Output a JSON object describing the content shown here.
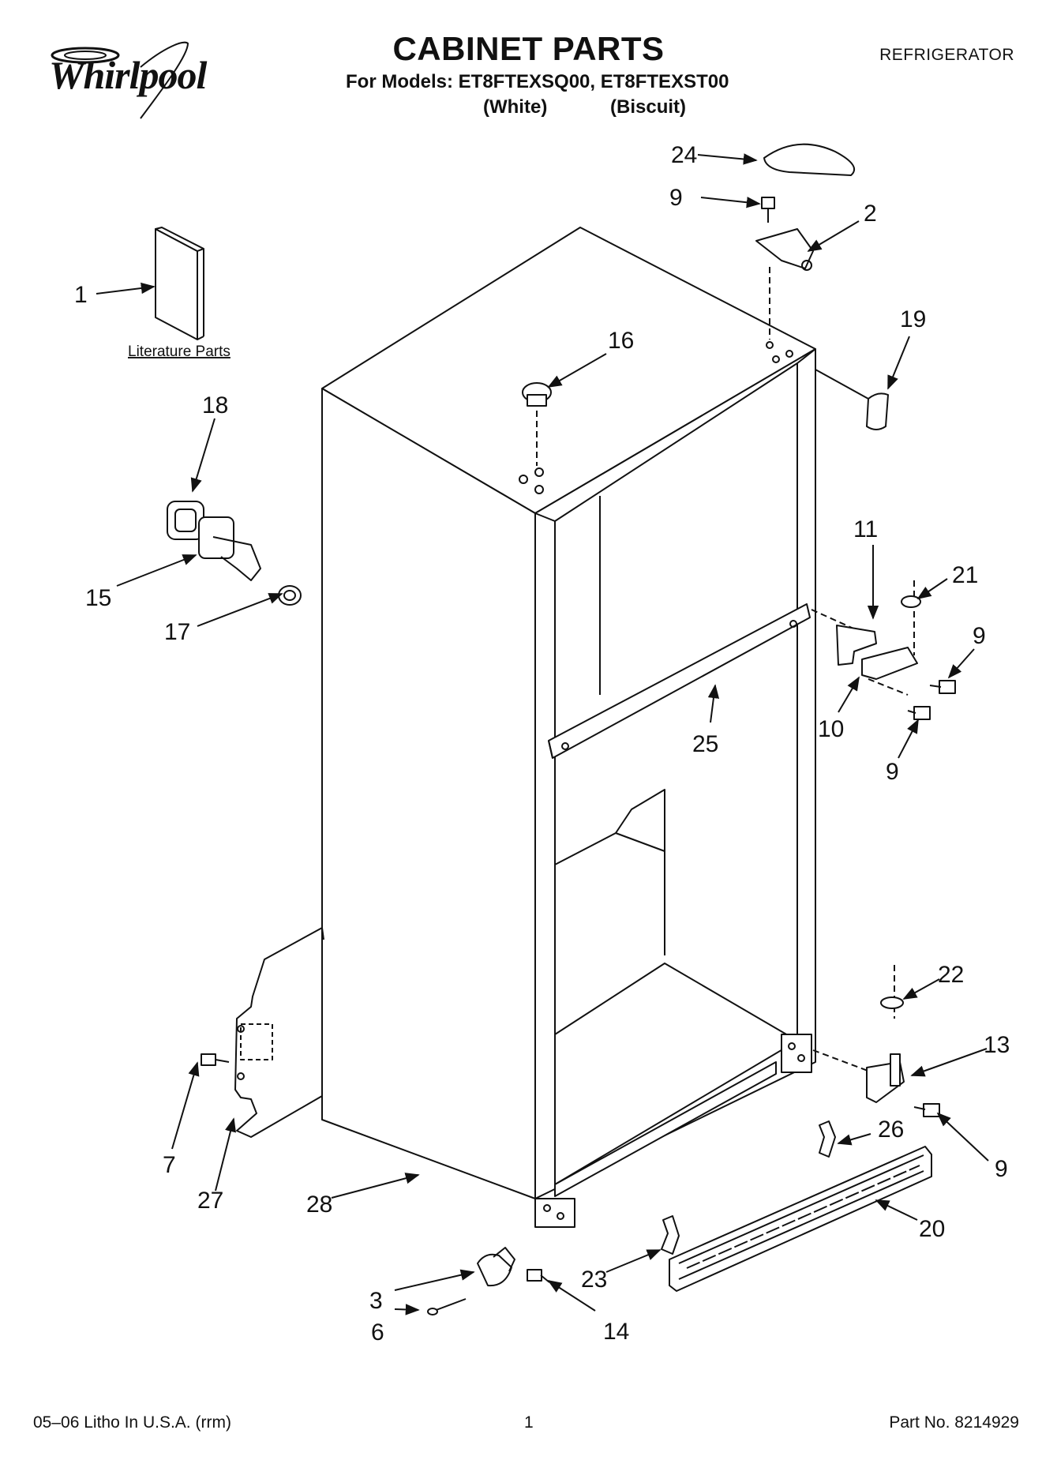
{
  "header": {
    "brand": "Whirlpool",
    "title": "CABINET PARTS",
    "models": "For Models: ET8FTEXSQ00, ET8FTEXST00",
    "color_1": "(White)",
    "color_2": "(Biscuit)",
    "category": "REFRIGERATOR"
  },
  "diagram": {
    "literature_label": "Literature Parts",
    "callouts": {
      "c1": "1",
      "c2": "2",
      "c3": "3",
      "c6": "6",
      "c7": "7",
      "c9a": "9",
      "c9b": "9",
      "c9c": "9",
      "c9d": "9",
      "c10": "10",
      "c11": "11",
      "c13": "13",
      "c14": "14",
      "c15": "15",
      "c16": "16",
      "c17": "17",
      "c18": "18",
      "c19": "19",
      "c20": "20",
      "c21": "21",
      "c22": "22",
      "c23": "23",
      "c24": "24",
      "c25": "25",
      "c26": "26",
      "c27": "27",
      "c28": "28"
    }
  },
  "footer": {
    "litho": "05–06 Litho In U.S.A. (rrm)",
    "page": "1",
    "part_no": "Part No. 8214929"
  }
}
